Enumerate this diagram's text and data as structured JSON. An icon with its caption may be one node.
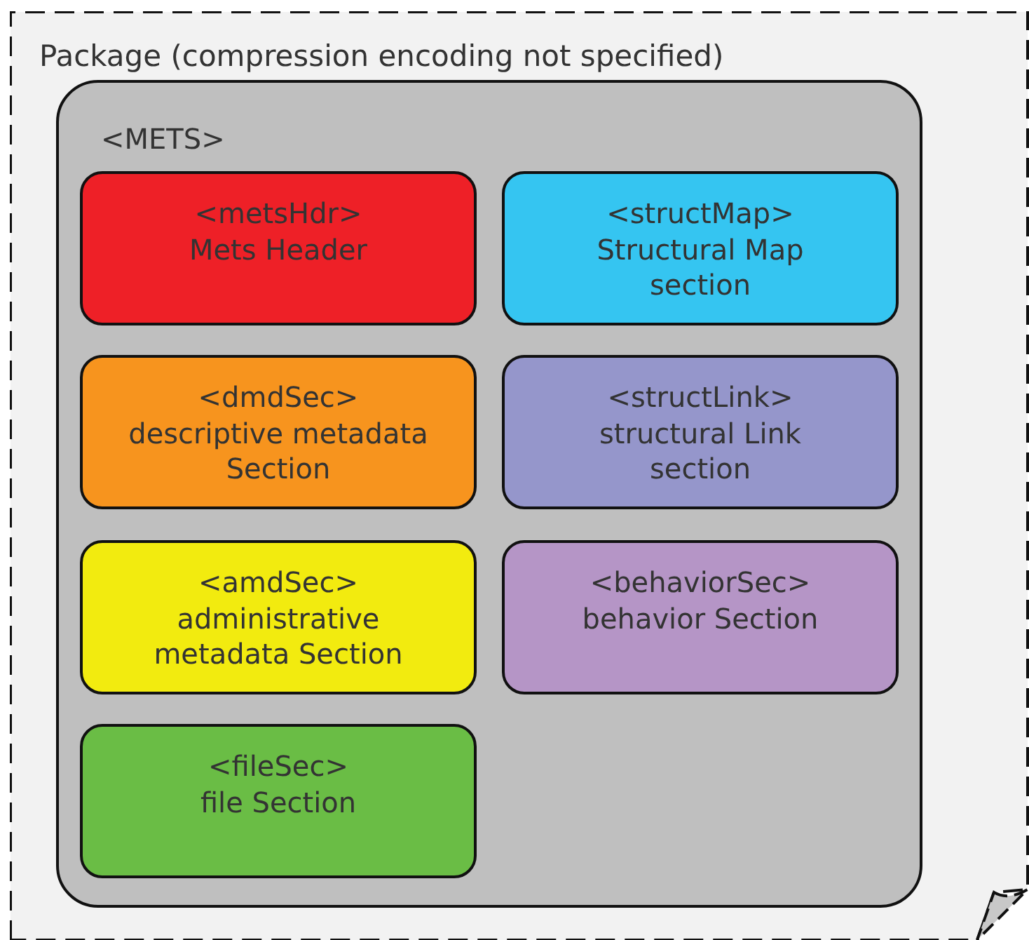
{
  "diagram": {
    "nodes": [
      {
        "text": [
          "Package (compression encoding not specified)"
        ]
      },
      {
        "text": [
          "<METS>"
        ],
        "in": 0
      },
      {
        "text": [
          "<metsHdr>",
          "Mets Header"
        ],
        "in": 1
      },
      {
        "text": [
          "<structMap>",
          "Structural Map section"
        ],
        "in": 1
      },
      {
        "text": [
          "<dmdSec>",
          "descriptive metadata Section"
        ],
        "in": 1
      },
      {
        "text": [
          "<structLink>",
          "structural Link section"
        ],
        "in": 1
      },
      {
        "text": [
          "<amdSec>",
          "administrative metadata Section"
        ],
        "in": 1
      },
      {
        "text": [
          "<behaviorSec>",
          "behavior Section"
        ],
        "in": 1
      },
      {
        "text": [
          "<fileSec>",
          "file Section"
        ],
        "in": 1
      }
    ]
  }
}
